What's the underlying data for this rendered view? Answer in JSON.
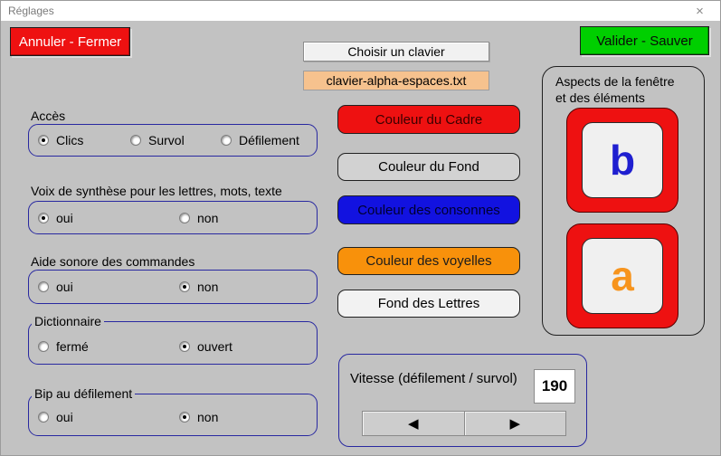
{
  "window": {
    "title": "Réglages",
    "close_glyph": "×"
  },
  "toolbar": {
    "cancel_label": "Annuler - Fermer",
    "choose_keyboard_label": "Choisir un clavier",
    "keyboard_file": "clavier-alpha-espaces.txt",
    "validate_label": "Valider - Sauver"
  },
  "groups": [
    {
      "label": "Accès",
      "options": [
        {
          "label": "Clics",
          "selected": true
        },
        {
          "label": "Survol",
          "selected": false
        },
        {
          "label": "Défilement",
          "selected": false
        }
      ]
    },
    {
      "label": "Voix de synthèse pour les lettres, mots, texte",
      "options": [
        {
          "label": "oui",
          "selected": true
        },
        {
          "label": "non",
          "selected": false
        }
      ]
    },
    {
      "label": "Aide sonore des commandes",
      "options": [
        {
          "label": "oui",
          "selected": false
        },
        {
          "label": "non",
          "selected": true
        }
      ]
    },
    {
      "label": "Dictionnaire",
      "options": [
        {
          "label": "fermé",
          "selected": false
        },
        {
          "label": "ouvert",
          "selected": true
        }
      ]
    },
    {
      "label": "Bip au défilement",
      "options": [
        {
          "label": "oui",
          "selected": false
        },
        {
          "label": "non",
          "selected": true
        }
      ]
    }
  ],
  "color_buttons": [
    {
      "label": "Couleur du Cadre",
      "bg": "#ee1111",
      "fg": "#3a0000"
    },
    {
      "label": "Couleur du Fond",
      "bg": "#d2d2d2",
      "fg": "#000000"
    },
    {
      "label": "Couleur des consonnes",
      "bg": "#1212e0",
      "fg": "#000030"
    },
    {
      "label": "Couleur des voyelles",
      "bg": "#f8910b",
      "fg": "#1c1c1c"
    },
    {
      "label": "Fond des Lettres",
      "bg": "#f2f2f2",
      "fg": "#000000"
    }
  ],
  "aspects": {
    "title_line1": "Aspects de la fenêtre",
    "title_line2": "et des éléments",
    "frame_color": "#ee1111",
    "tile_bg": "#f0f0f0",
    "tiles": [
      {
        "letter": "b",
        "color": "#1f1fd0"
      },
      {
        "letter": "a",
        "color": "#f7941d"
      }
    ]
  },
  "speed": {
    "label": "Vitesse (défilement / survol)",
    "value": "190",
    "left_arrow": "◀",
    "right_arrow": "▶"
  },
  "colors": {
    "window_bg": "#c2c2c2",
    "group_border": "#2828a0"
  }
}
